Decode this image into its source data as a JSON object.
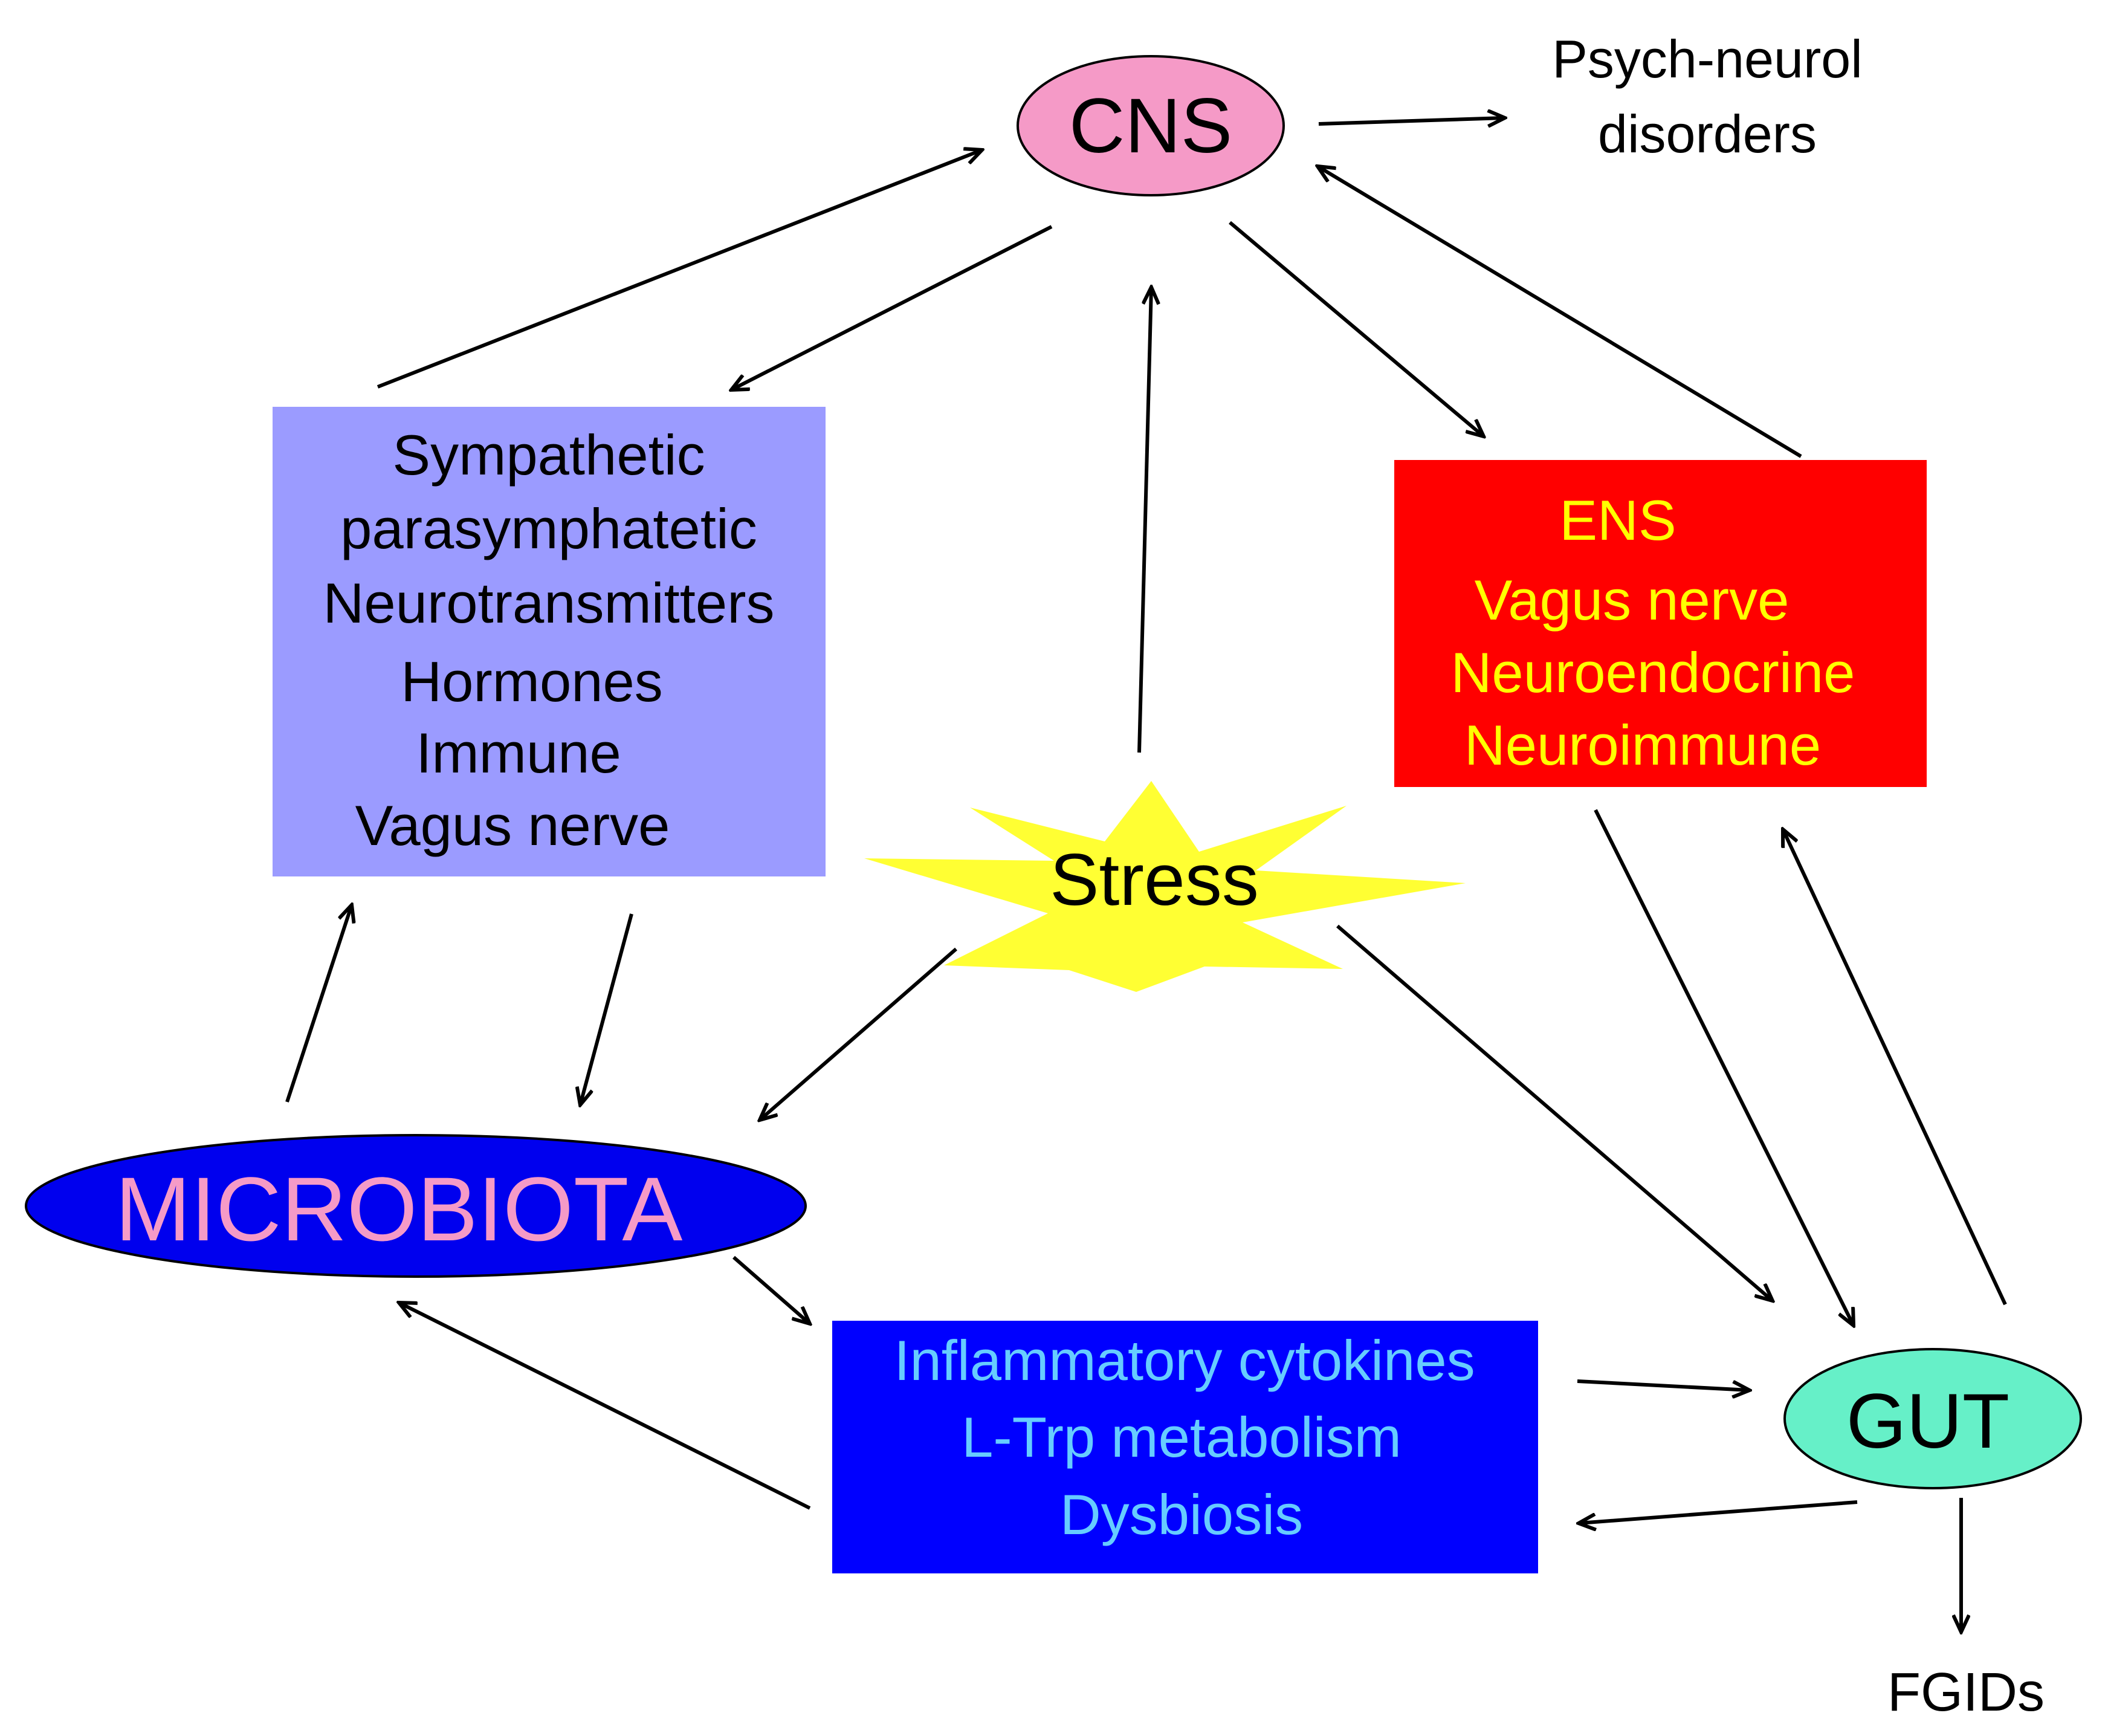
{
  "nodes": {
    "cns": {
      "label": "CNS",
      "fill": "#f59ac7"
    },
    "psych": {
      "lines": [
        "Psych-neurol",
        "disorders"
      ]
    },
    "sympathetic": {
      "fill": "#9b9bff",
      "lines": [
        "Sympathetic",
        "parasymphatetic",
        "Neurotransmitters",
        "Hormones",
        "Immune",
        "Vagus nerve"
      ]
    },
    "ens": {
      "fill": "#ff0000",
      "text_color": "#ffff00",
      "lines": [
        "ENS",
        "Vagus nerve",
        "Neuroendocrine",
        "Neuroimmune"
      ]
    },
    "stress": {
      "label": "Stress",
      "fill": "#ffff33"
    },
    "microbiota": {
      "label": "MICROBIOTA",
      "fill": "#0000ee",
      "text_color": "#f59ac7"
    },
    "inflammatory": {
      "fill": "#0000ff",
      "text_color": "#66ccff",
      "lines": [
        "Inflammatory cytokines",
        "L-Trp metabolism",
        "Dysbiosis"
      ]
    },
    "gut": {
      "label": "GUT",
      "fill": "#66f0c8"
    },
    "fgids": {
      "label": "FGIDs"
    }
  }
}
